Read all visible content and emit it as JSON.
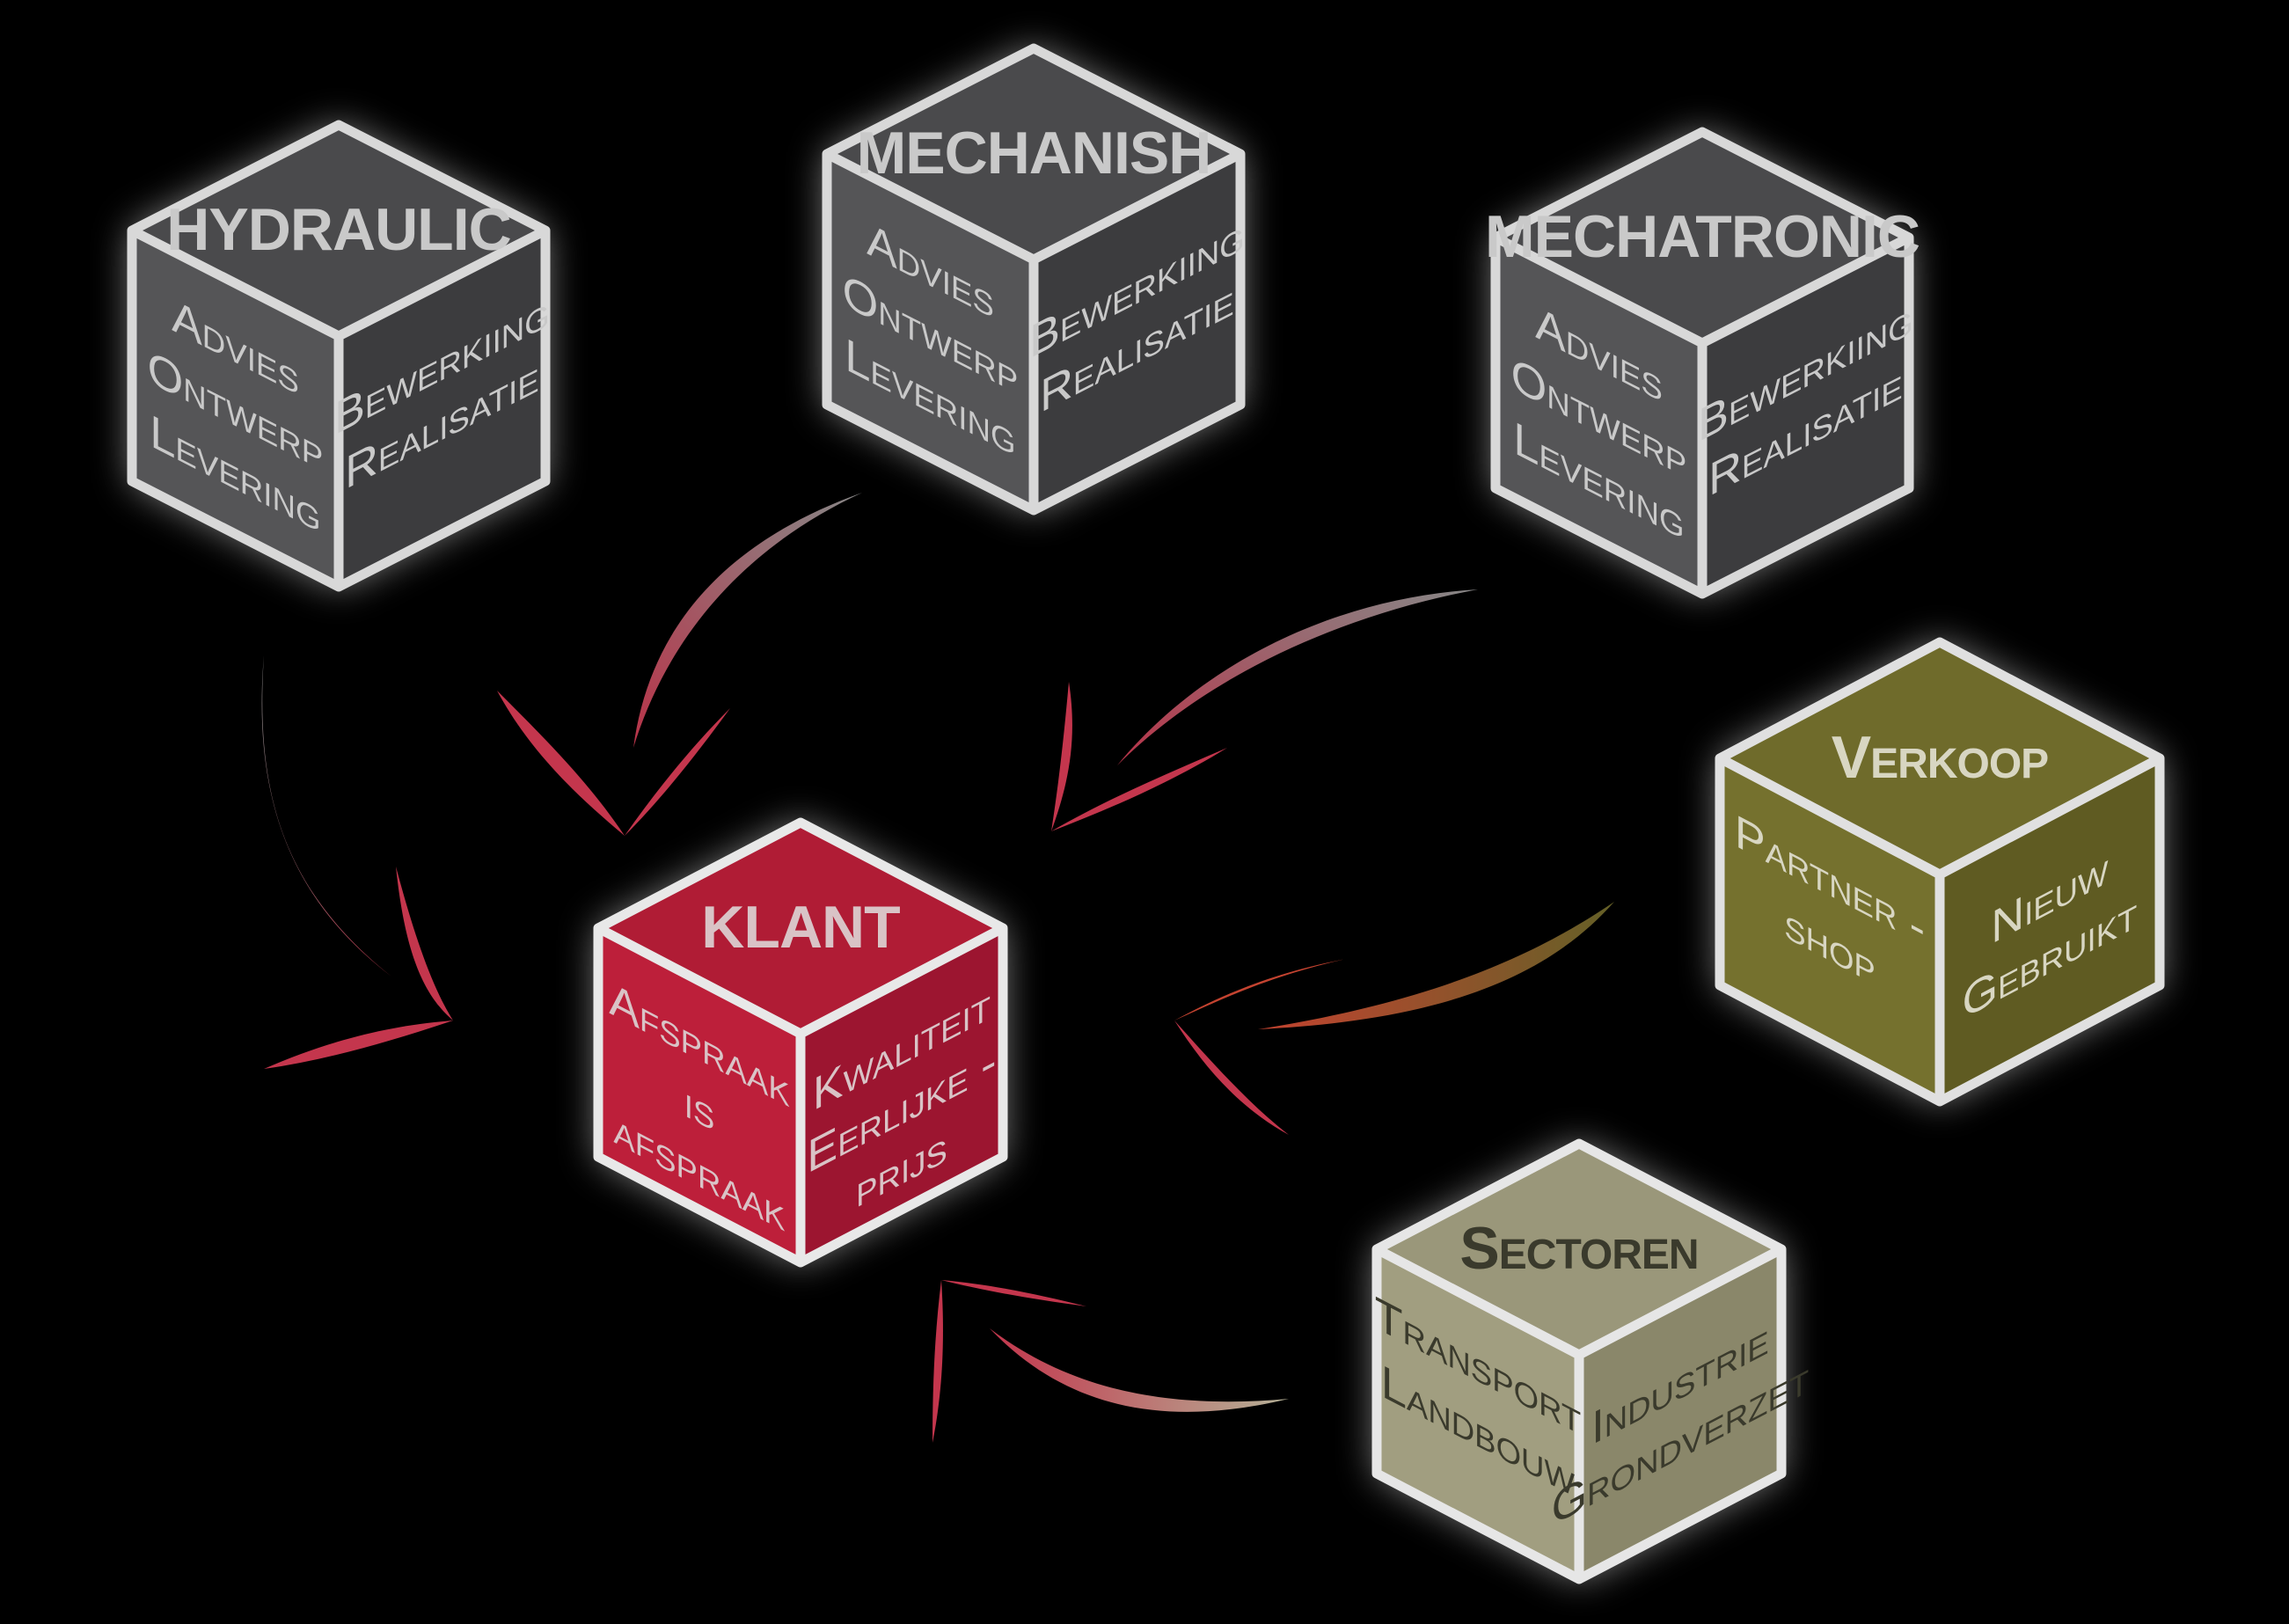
{
  "cubes": {
    "hydraulic": {
      "title": "HYDRAULIC",
      "left": [
        "Advies",
        "Ontwerp",
        "Levering"
      ],
      "right": [
        "Bewerkiing",
        "Realisatie"
      ],
      "colors": {
        "top": "#4a4a4c",
        "left": "#555557",
        "right": "#3c3c3e",
        "text": "#c9c9c9",
        "edge": "#d8d8d8",
        "glow": "#ffffff"
      }
    },
    "mechanish": {
      "title": "MECHANISH",
      "left": [
        "Advies",
        "Ontwerp",
        "Levering"
      ],
      "right": [
        "Bewerkiing",
        "Realisatie"
      ],
      "colors": {
        "top": "#4a4a4c",
        "left": "#555557",
        "right": "#3c3c3e",
        "text": "#c9c9c9",
        "edge": "#d8d8d8",
        "glow": "#ffffff"
      }
    },
    "mechatronic": {
      "title": "MECHATRONIC",
      "left": [
        "Advies",
        "Ontwerp",
        "Levering"
      ],
      "right": [
        "Bewerkiing",
        "Realisatie"
      ],
      "colors": {
        "top": "#4a4a4c",
        "left": "#555557",
        "right": "#3c3c3e",
        "text": "#c9c9c9",
        "edge": "#d8d8d8",
        "glow": "#ffffff"
      }
    },
    "verkoop": {
      "title": "Verkoop",
      "left": [
        "Partner -",
        "shop"
      ],
      "right": [
        "Nieuw",
        "Gebruikt"
      ],
      "colors": {
        "top": "#6f6b2b",
        "left": "#75712e",
        "right": "#5f5b22",
        "text": "#d8d6c2",
        "edge": "#e0e0e0",
        "glow": "#ffffff"
      }
    },
    "sectoren": {
      "title": "Sectoren",
      "left": [
        "Transport",
        "Landbouw"
      ],
      "right": [
        "Industrie",
        "Grondverzet"
      ],
      "colors": {
        "top": "#9a977a",
        "left": "#a19e80",
        "right": "#8a876a",
        "text": "#3a3a2c",
        "edge": "#e6e6e6",
        "glow": "#ffffff"
      }
    },
    "klant": {
      "title": "KLANT",
      "left": [
        "Afspraak",
        "is",
        "afspraak"
      ],
      "right": [
        "Kwaliteit",
        "Eerlijke -",
        "prijs"
      ],
      "colors": {
        "top": "#b01c35",
        "left": "#bd1f3a",
        "right": "#9c1530",
        "text": "#d9c3c6",
        "edge": "#e8e8e8",
        "glow": "#ffffff"
      }
    }
  },
  "arrow_colors": {
    "head": "#d93c55",
    "gray_tail": "#8a8a8a",
    "olive_tail": "#7a7a2a",
    "khaki_tail": "#b8b49a"
  }
}
